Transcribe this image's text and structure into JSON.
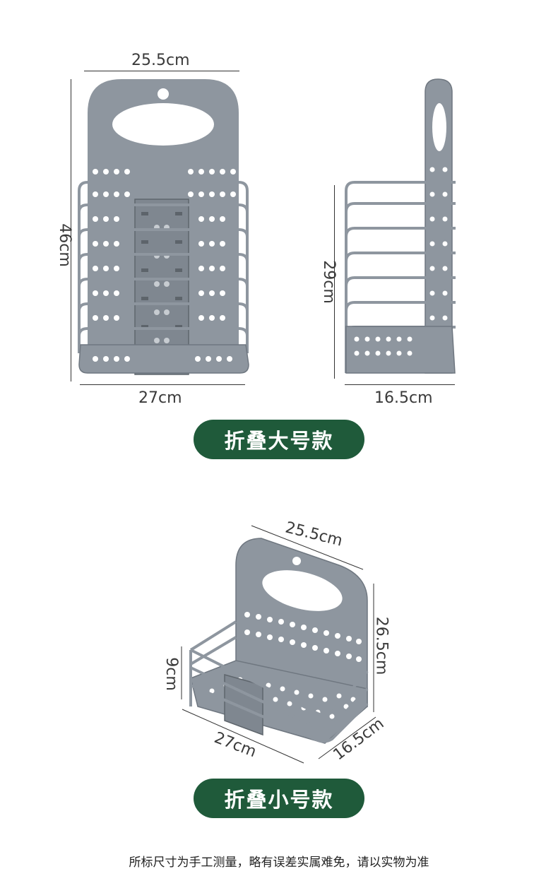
{
  "large": {
    "front_width": "25.5cm",
    "front_height": "46cm",
    "bottom_width": "27cm",
    "side_height": "29cm",
    "side_depth": "16.5cm",
    "label": "折叠大号款"
  },
  "small": {
    "top_width": "25.5cm",
    "height": "26.5cm",
    "side_height": "9cm",
    "bottom_width": "27cm",
    "depth": "16.5cm",
    "label": "折叠小号款"
  },
  "note": "所标尺寸为手工测量，略有误差实属难免，请以实物为准",
  "colors": {
    "basket": "#8e969f",
    "basket_dark": "#6f7780",
    "label_bg": "#1f5a3a"
  }
}
